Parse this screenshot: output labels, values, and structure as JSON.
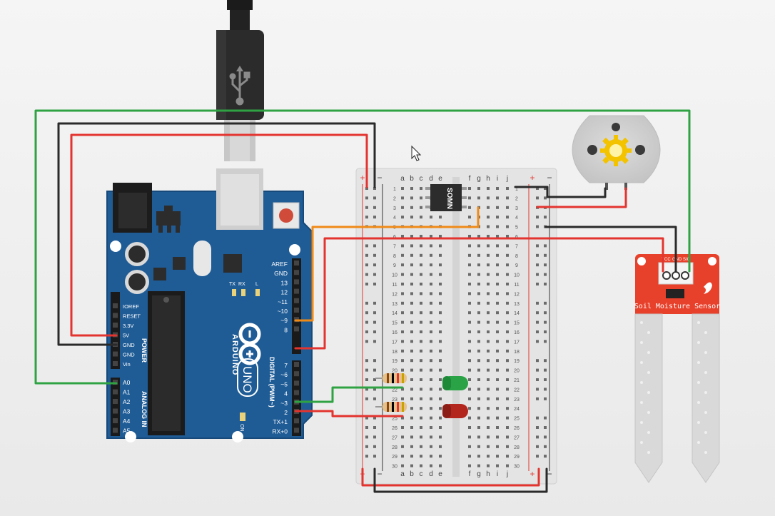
{
  "arduino": {
    "brand": "ARDUINO",
    "model": "UNO",
    "digital_header_title": "DIGITAL (PWM~)",
    "digital_pins_upper": [
      "AREF",
      "GND",
      "13",
      "12",
      "~11",
      "~10",
      "~9",
      "8"
    ],
    "digital_pins_lower": [
      "7",
      "~6",
      "~5",
      "4",
      "~3",
      "2",
      "TX+1",
      "RX+0"
    ],
    "power_header_title": "POWER",
    "power_pins": [
      "IOREF",
      "RESET",
      "3.3V",
      "5V",
      "GND",
      "GND",
      "Vin"
    ],
    "analog_header_title": "ANALOG IN",
    "analog_pins": [
      "A0",
      "A1",
      "A2",
      "A3",
      "A4",
      "A5"
    ],
    "led_labels": {
      "tx": "TX",
      "rx": "RX",
      "l": "L",
      "on": "ON"
    },
    "board_color": "#1f5c96"
  },
  "breadboard": {
    "column_letters_left": [
      "a",
      "b",
      "c",
      "d",
      "e"
    ],
    "column_letters_right": [
      "f",
      "g",
      "h",
      "i",
      "j"
    ],
    "row_count": 30,
    "plus_label": "+",
    "minus_label": "−"
  },
  "motor_driver": {
    "label": "SOMN"
  },
  "soil_sensor": {
    "title": "Soil Moisture Sensor",
    "pin_labels": [
      "VCC",
      "GND",
      "SIG"
    ],
    "color": "#e8412b"
  },
  "usb_cable": {
    "icon": "usb-icon"
  },
  "dc_motor": {
    "icon": "gear-icon"
  },
  "leds": [
    {
      "color_name": "green",
      "color": "#2aa347"
    },
    {
      "color_name": "red",
      "color": "#b3261e"
    }
  ],
  "wire_colors": {
    "red": "#e3342f",
    "black": "#2a2a2a",
    "green": "#2fa343",
    "orange": "#ef8a17"
  }
}
